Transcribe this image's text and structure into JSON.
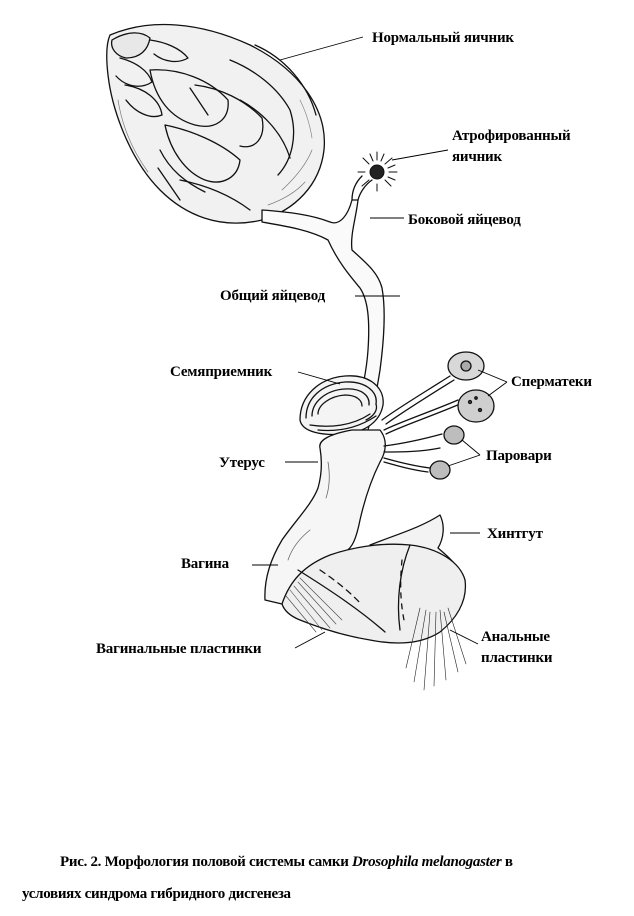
{
  "labels": {
    "normal_ovary": "Нормальный яичник",
    "atrophied_ovary_1": "Атрофированный",
    "atrophied_ovary_2": "яичник",
    "lateral_oviduct": "Боковой яйцевод",
    "common_oviduct": "Общий яйцевод",
    "seminal_receptacle": "Семяприемник",
    "spermathecae": "Сперматеки",
    "uterus": "Утерус",
    "parovaria": "Паровари",
    "hindgut": "Хинтгут",
    "vagina": "Вагина",
    "vaginal_plates": "Вагинальные пластинки",
    "anal_plates_1": "Анальные",
    "anal_plates_2": "пластинки"
  },
  "caption": {
    "prefix": "Рис. 2. Морфология половой системы самки ",
    "species": "Drosophila melanogaster",
    "suffix": " в",
    "line2": "условиях синдрома гибридного дисгенеза"
  }
}
